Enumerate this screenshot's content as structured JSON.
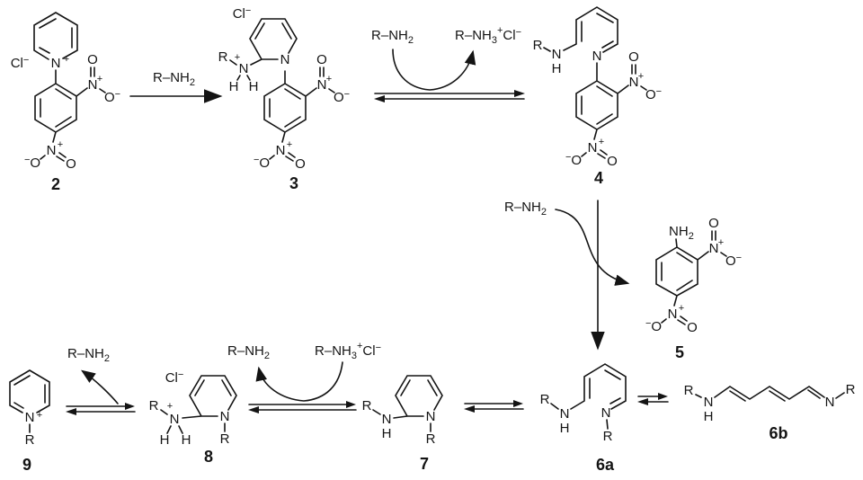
{
  "atoms": {
    "N": "N",
    "O": "O",
    "H": "H",
    "R": "R",
    "Cl": "Cl",
    "NH": "NH",
    "bond": "–",
    "plus": "+",
    "minus": "−",
    "sub2": "2",
    "sub3": "3"
  },
  "compounds": {
    "c2": "2",
    "c3": "3",
    "c4": "4",
    "c5": "5",
    "c6a": "6a",
    "c6b": "6b",
    "c7": "7",
    "c8": "8",
    "c9": "9"
  }
}
